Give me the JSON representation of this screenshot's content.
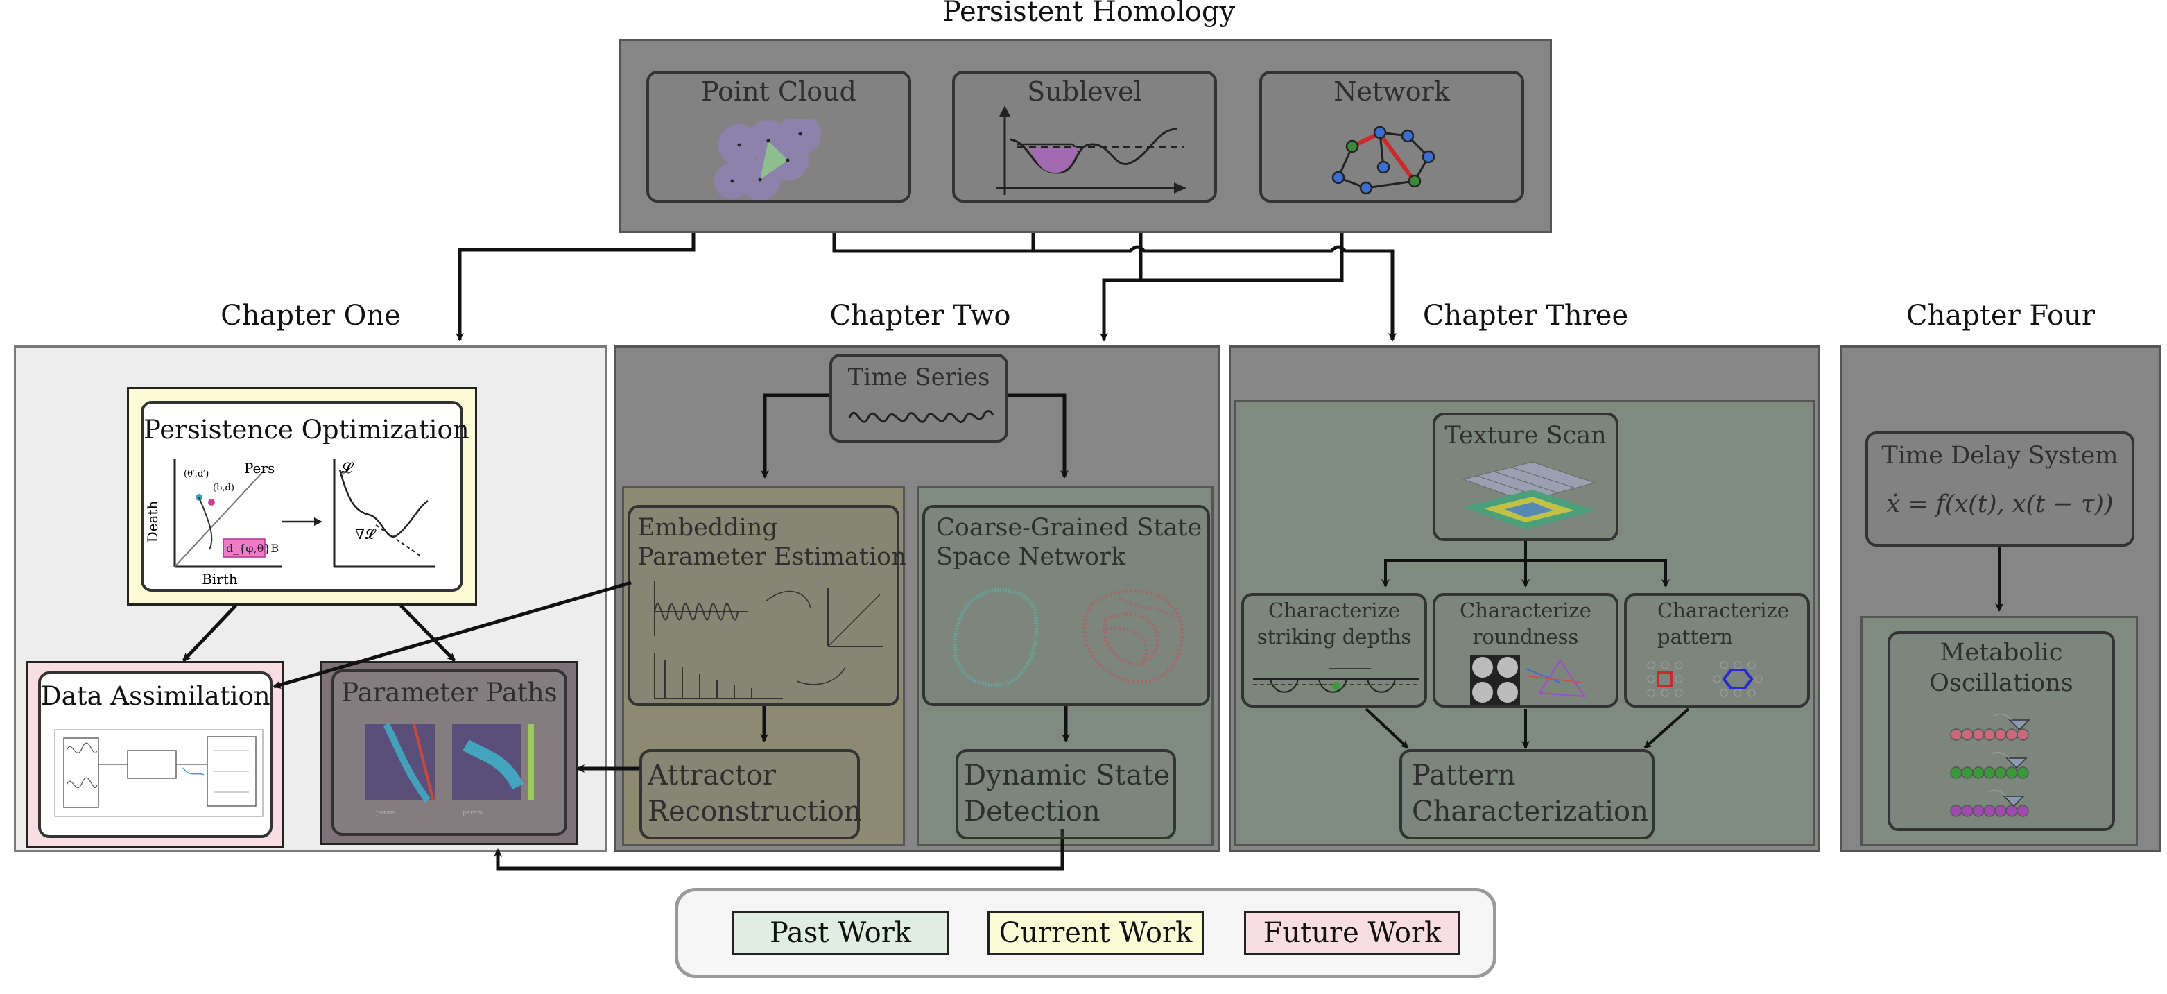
{
  "top": {
    "title": "Persistent Homology",
    "nodes": {
      "point_cloud": "Point Cloud",
      "sublevel": "Sublevel",
      "network": "Network"
    }
  },
  "chapters": {
    "one": {
      "title": "Chapter One",
      "persistence_optimization": "Persistence Optimization",
      "po_axis_death": "Death",
      "po_axis_birth": "Birth",
      "po_pers": "Pers",
      "po_loss": "𝓛",
      "po_grad": "∇𝓛",
      "po_point1": "(θ′,d′)",
      "po_point2": "(b,d)",
      "po_badge": "d_{φ,θ}B",
      "data_assimilation": "Data Assimilation",
      "parameter_paths": "Parameter Paths"
    },
    "two": {
      "title": "Chapter Two",
      "time_series": "Time Series",
      "embedding": [
        "Embedding",
        "Parameter Estimation"
      ],
      "coarse_grained": [
        "Coarse-Grained State",
        "Space Network"
      ],
      "attractor": [
        "Attractor",
        "Reconstruction"
      ],
      "dynamic_state": [
        "Dynamic State",
        "Detection"
      ]
    },
    "three": {
      "title": "Chapter Three",
      "texture_scan": "Texture Scan",
      "striking_depths": [
        "Characterize",
        "striking depths"
      ],
      "roundness": [
        "Characterize",
        "roundness"
      ],
      "pattern": [
        "Characterize",
        "pattern"
      ],
      "pattern_characterization": [
        "Pattern",
        "Characterization"
      ]
    },
    "four": {
      "title": "Chapter Four",
      "time_delay_system": "Time Delay System",
      "equation": "ẋ = f(x(t), x(t − τ))",
      "metabolic": [
        "Metabolic",
        "Oscillations"
      ]
    }
  },
  "legend": {
    "past": "Past Work",
    "current": "Current Work",
    "future": "Future Work"
  },
  "colors": {
    "past": "#dfeee0",
    "current": "#fbfbd5",
    "future": "#f8dde2",
    "panel_dark": "#868686",
    "panel_light": "#ededed"
  }
}
